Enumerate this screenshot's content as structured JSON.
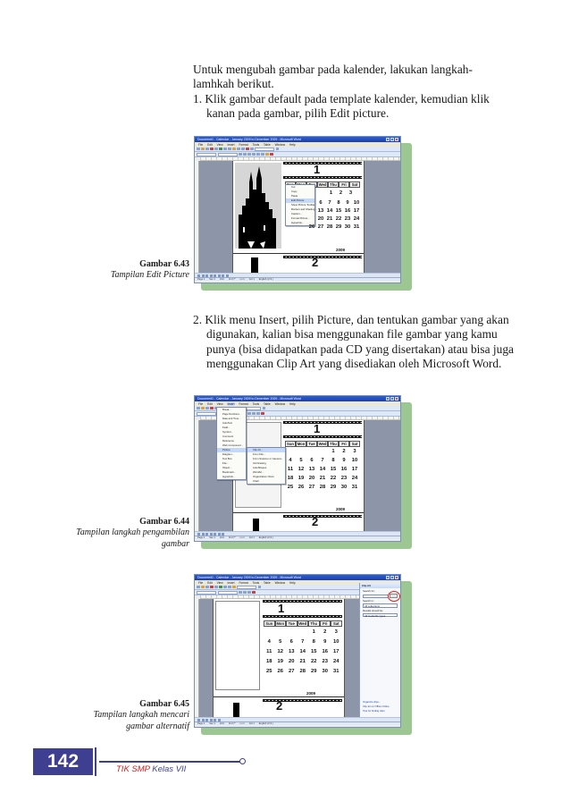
{
  "intro": {
    "line1": "Untuk mengubah gambar pada kalender, lakukan langkah-",
    "line2": "lamhkah berikut.",
    "step1": "1. Klik gambar default pada template kalender, kemudian klik kanan pada gambar, pilih Edit picture."
  },
  "step2": "2. Klik menu Insert, pilih Picture, dan tentukan gambar yang akan digunakan, kalian bisa menggunakan file gambar yang kamu punya (bisa didapatkan pada CD yang disertakan) atau bisa juga menggunakan Clip Art yang disediakan oleh Microsoft Word.",
  "figures": [
    {
      "title": "Gambar 6.43",
      "desc": "Tampilan Edit Picture"
    },
    {
      "title": "Gambar 6.44",
      "desc": "Tampilan langkah pengambilan gambar"
    },
    {
      "title": "Gambar 6.45",
      "desc": "Tampilan langkah mencari gambar alternatif"
    }
  ],
  "screenshot": {
    "window_title": "Document1 - Calendar - January 2009 to December 2009 - Microsoft Word",
    "menus": [
      "File",
      "Edit",
      "View",
      "Insert",
      "Format",
      "Tools",
      "Table",
      "Window",
      "Help"
    ],
    "status": [
      "Page 1",
      "Sec 1",
      "1/12",
      "At 0.7\"",
      "Ln 1",
      "Col 1",
      "English (U.S.)"
    ],
    "calendar": {
      "month1": "1",
      "month2": "2",
      "year": "2009",
      "days": [
        "Sun",
        "Mon",
        "Tue",
        "Wed",
        "Thu",
        "Fri",
        "Sat"
      ],
      "partial_rows": [
        [
          "1",
          "2",
          "3"
        ],
        [
          "6",
          "7",
          "8",
          "9",
          "10"
        ],
        [
          "13",
          "14",
          "15",
          "16",
          "17"
        ],
        [
          "20",
          "21",
          "22",
          "23",
          "24"
        ],
        [
          "26",
          "27",
          "28",
          "29",
          "30",
          "31"
        ]
      ],
      "rows_fig2": [
        [
          "",
          "",
          "",
          "",
          "1",
          "2",
          "3"
        ],
        [
          "4",
          "5",
          "6",
          "7",
          "8",
          "9",
          "10"
        ],
        [
          "11",
          "12",
          "13",
          "14",
          "15",
          "16",
          "17"
        ],
        [
          "18",
          "19",
          "20",
          "21",
          "22",
          "23",
          "24"
        ],
        [
          "25",
          "26",
          "27",
          "28",
          "29",
          "30",
          "31"
        ]
      ],
      "rows_fig3": [
        [
          "",
          "",
          "",
          "",
          "1",
          "2",
          "3"
        ],
        [
          "4",
          "5",
          "6",
          "7",
          "8",
          "9",
          "10"
        ],
        [
          "11",
          "12",
          "13",
          "14",
          "15",
          "16",
          "17"
        ],
        [
          "18",
          "19",
          "20",
          "21",
          "22",
          "23",
          "24"
        ],
        [
          "25",
          "26",
          "27",
          "28",
          "29",
          "30",
          "31"
        ]
      ]
    },
    "context_menu": [
      "Cut",
      "Copy",
      "Paste",
      "Edit Picture",
      "Show Picture Toolbar",
      "Borders and Shading...",
      "Caption...",
      "Format Picture...",
      "Hyperlink..."
    ],
    "insert_menu": [
      "Break...",
      "Page Numbers...",
      "Date and Time...",
      "AutoText",
      "Field...",
      "Symbol...",
      "Comment",
      "Reference",
      "Web Component...",
      "Picture",
      "Diagram...",
      "Text Box",
      "File...",
      "Object...",
      "Bookmark...",
      "Hyperlink..."
    ],
    "picture_submenu": [
      "Clip Art...",
      "From File...",
      "From Scanner or Camera...",
      "Ink Drawing",
      "AutoShapes",
      "WordArt...",
      "Organization Chart",
      "Chart"
    ],
    "taskpane_title": "Clip Art",
    "taskpane_fields": [
      "Search for:",
      "Search in:",
      "All collections",
      "Results should be:",
      "All media file types"
    ],
    "taskpane_links": [
      "Organize clips...",
      "Clip art on Office Online",
      "Tips for finding clips"
    ]
  },
  "footer": {
    "page_number": "142",
    "tik": "TIK SMP",
    "kelas": " Kelas VII"
  }
}
